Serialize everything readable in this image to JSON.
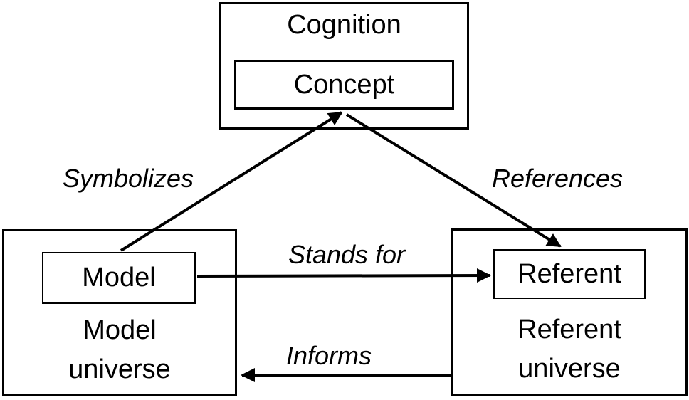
{
  "diagram": {
    "background": "#ffffff",
    "stroke_color": "#000000",
    "text_color": "#000000",
    "nodes": {
      "cognition": {
        "label": "Cognition",
        "inner_label": "Concept"
      },
      "model_universe": {
        "label": "Model universe",
        "inner_label": "Model"
      },
      "referent_universe": {
        "label": "Referent universe",
        "inner_label": "Referent"
      }
    },
    "edges": {
      "symbolizes": {
        "label": "Symbolizes",
        "from": "Model",
        "to": "Concept",
        "direction": "up-right"
      },
      "references": {
        "label": "References",
        "from": "Concept",
        "to": "Referent",
        "direction": "down-right"
      },
      "stands_for": {
        "label": "Stands for",
        "from": "Model",
        "to": "Referent",
        "direction": "right"
      },
      "informs": {
        "label": "Informs",
        "from": "Referent universe",
        "to": "Model universe",
        "direction": "left"
      }
    }
  }
}
